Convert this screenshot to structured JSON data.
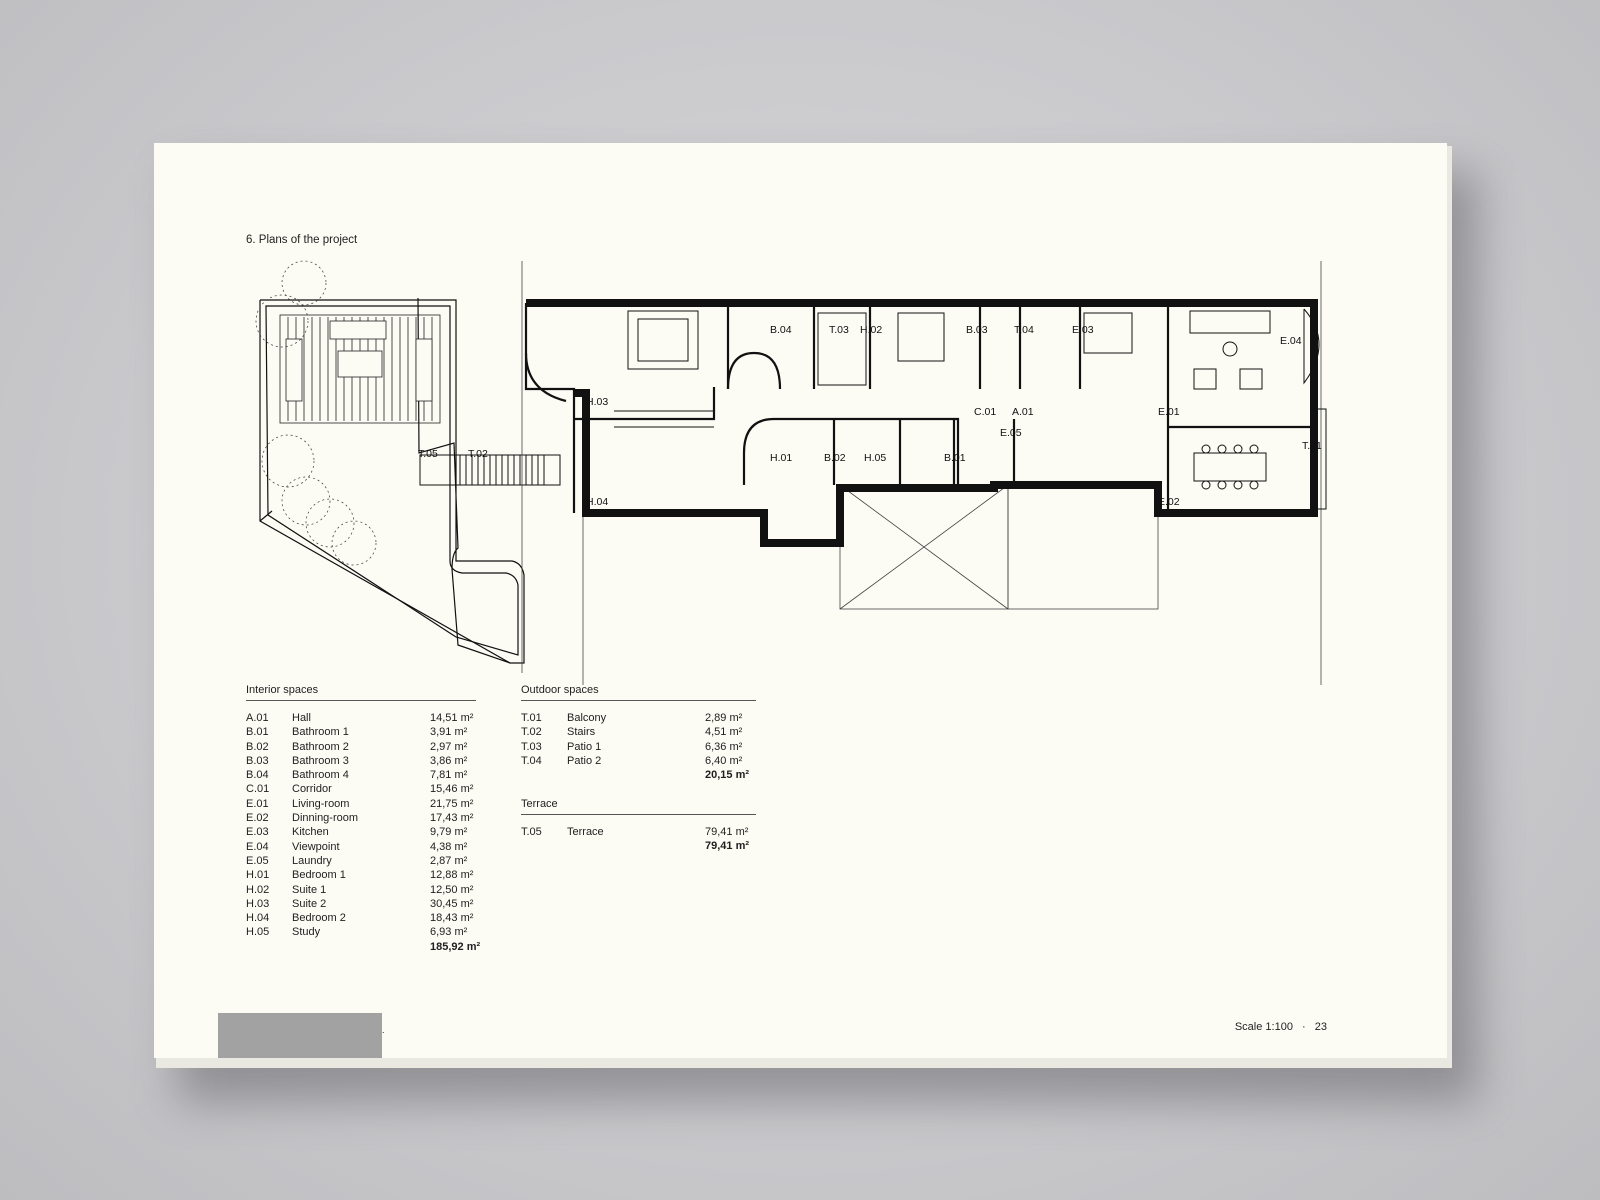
{
  "section_title": "6. Plans of the project",
  "footer": {
    "scale": "Scale 1:100",
    "separator": "·",
    "page_number": "23"
  },
  "plan_labels": {
    "b04": "B.04",
    "t03": "T.03",
    "h02": "H.02",
    "b03": "B.03",
    "t04": "T.04",
    "e03": "E.03",
    "e04": "E.04",
    "h03": "H.03",
    "c01": "C.01",
    "a01": "A.01",
    "e01": "E.01",
    "e05": "E.05",
    "t05": "T.05",
    "t02": "T.02",
    "h01": "H.01",
    "b02": "B.02",
    "h05": "H.05",
    "b01": "B.01",
    "t01": "T.01",
    "h04": "H.04",
    "e02": "E.02"
  },
  "interior": {
    "title": "Interior spaces",
    "rows": [
      {
        "code": "A.01",
        "name": "Hall",
        "area": "14,51 m²"
      },
      {
        "code": "B.01",
        "name": "Bathroom 1",
        "area": "3,91 m²"
      },
      {
        "code": "B.02",
        "name": "Bathroom 2",
        "area": "2,97 m²"
      },
      {
        "code": "B.03",
        "name": "Bathroom 3",
        "area": "3,86 m²"
      },
      {
        "code": "B.04",
        "name": "Bathroom 4",
        "area": "7,81 m²"
      },
      {
        "code": "C.01",
        "name": "Corridor",
        "area": "15,46 m²"
      },
      {
        "code": "E.01",
        "name": "Living-room",
        "area": "21,75 m²"
      },
      {
        "code": "E.02",
        "name": "Dinning-room",
        "area": "17,43 m²"
      },
      {
        "code": "E.03",
        "name": "Kitchen",
        "area": "9,79 m²"
      },
      {
        "code": "E.04",
        "name": "Viewpoint",
        "area": "4,38 m²"
      },
      {
        "code": "E.05",
        "name": "Laundry",
        "area": "2,87 m²"
      },
      {
        "code": "H.01",
        "name": "Bedroom 1",
        "area": "12,88 m²"
      },
      {
        "code": "H.02",
        "name": "Suite 1",
        "area": "12,50 m²"
      },
      {
        "code": "H.03",
        "name": "Suite 2",
        "area": "30,45 m²"
      },
      {
        "code": "H.04",
        "name": "Bedroom 2",
        "area": "18,43 m²"
      },
      {
        "code": "H.05",
        "name": "Study",
        "area": "6,93 m²"
      }
    ],
    "total": "185,92 m²"
  },
  "outdoor": {
    "title": "Outdoor spaces",
    "rows": [
      {
        "code": "T.01",
        "name": "Balcony",
        "area": "2,89 m²"
      },
      {
        "code": "T.02",
        "name": "Stairs",
        "area": "4,51 m²"
      },
      {
        "code": "T.03",
        "name": "Patio 1",
        "area": "6,36 m²"
      },
      {
        "code": "T.04",
        "name": "Patio 2",
        "area": "6,40 m²"
      }
    ],
    "total": "20,15 m²"
  },
  "terrace": {
    "title": "Terrace",
    "rows": [
      {
        "code": "T.05",
        "name": "Terrace",
        "area": "79,41 m²"
      }
    ],
    "total": "79,41 m²"
  }
}
